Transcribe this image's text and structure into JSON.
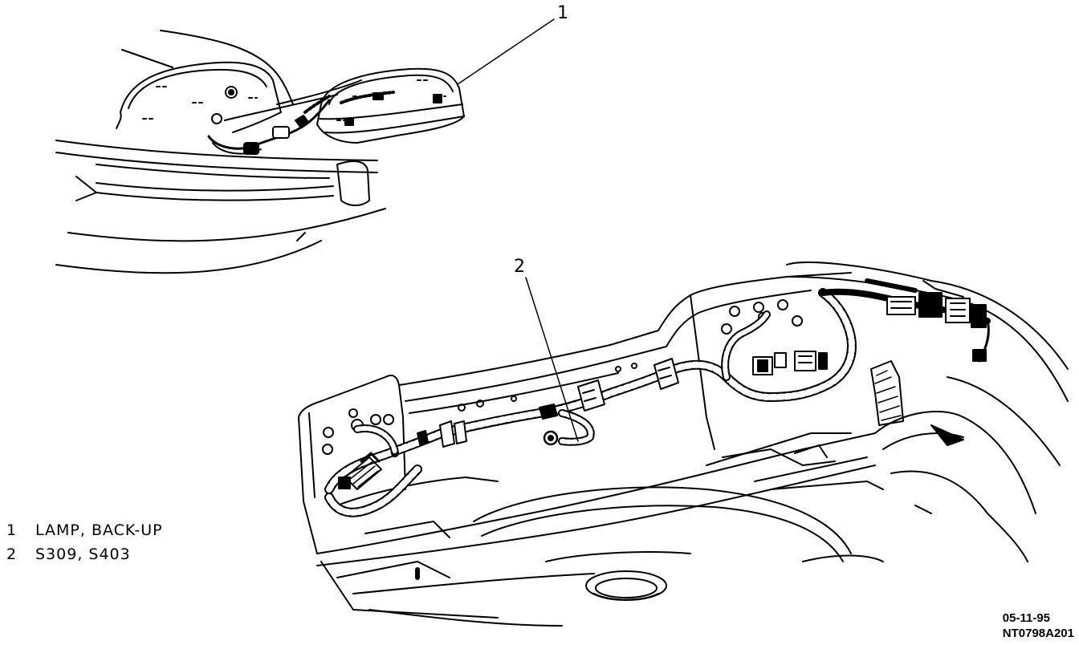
{
  "callouts": {
    "one": "1",
    "two": "2"
  },
  "legend": [
    {
      "number": "1",
      "label": "LAMP, BACK-UP"
    },
    {
      "number": "2",
      "label": "S309, S403"
    }
  ],
  "stamp": {
    "date": "05-11-95",
    "code": "NT0798A201"
  },
  "colors": {
    "ink": "#000000",
    "paper": "#ffffff"
  }
}
